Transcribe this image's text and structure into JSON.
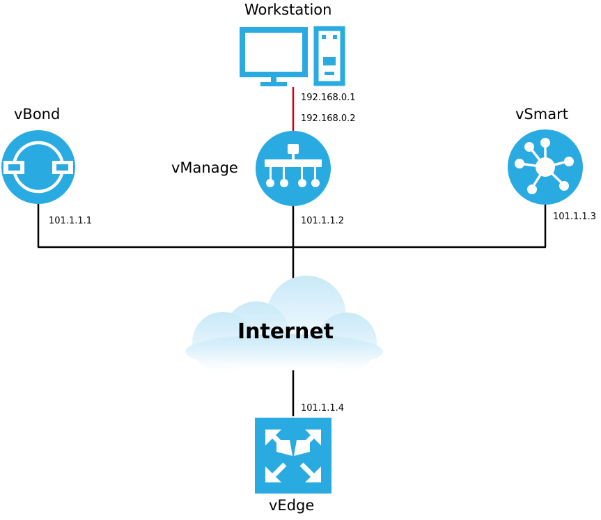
{
  "nodes": {
    "workstation": {
      "label": "Workstation",
      "icon": "workstation-icon"
    },
    "vbond": {
      "label": "vBond",
      "icon": "vbond-icon"
    },
    "vmanage": {
      "label": "vManage",
      "icon": "vmanage-icon"
    },
    "vsmart": {
      "label": "vSmart",
      "icon": "vsmart-icon"
    },
    "internet": {
      "label": "Internet",
      "icon": "cloud-icon"
    },
    "vedge": {
      "label": "vEdge",
      "icon": "vedge-icon"
    }
  },
  "ips": {
    "workstation": "192.168.0.1",
    "vmanage_mgmt": "192.168.0.2",
    "vbond": "101.1.1.1",
    "vmanage": "101.1.1.2",
    "vsmart": "101.1.1.3",
    "vedge": "101.1.1.4"
  },
  "colors": {
    "device": "#29ABE2",
    "mgmt_link": "#D0021B",
    "link": "#000000"
  }
}
